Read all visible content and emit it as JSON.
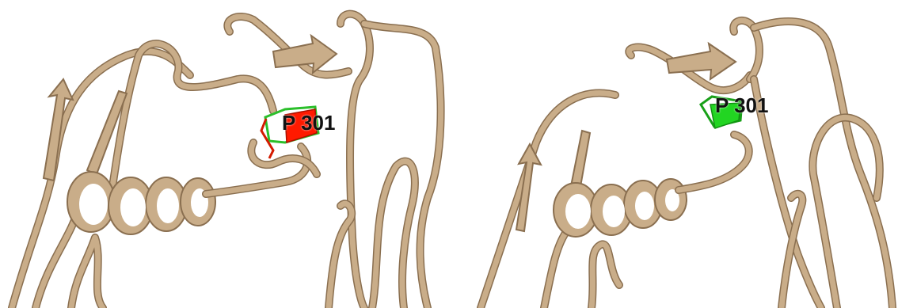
{
  "panels": [
    {
      "id": "left",
      "residue_label": "P 301",
      "highlight_color": "#ff1a00",
      "highlight_outline_color": "#2bbf2b"
    },
    {
      "id": "right",
      "residue_label": "P 301",
      "highlight_color": "#22d522",
      "highlight_outline_color": "#18a018"
    }
  ],
  "colors": {
    "ribbon": "#c9ad89",
    "ribbon_shadow": "#8a6f50",
    "background": "#ffffff"
  }
}
